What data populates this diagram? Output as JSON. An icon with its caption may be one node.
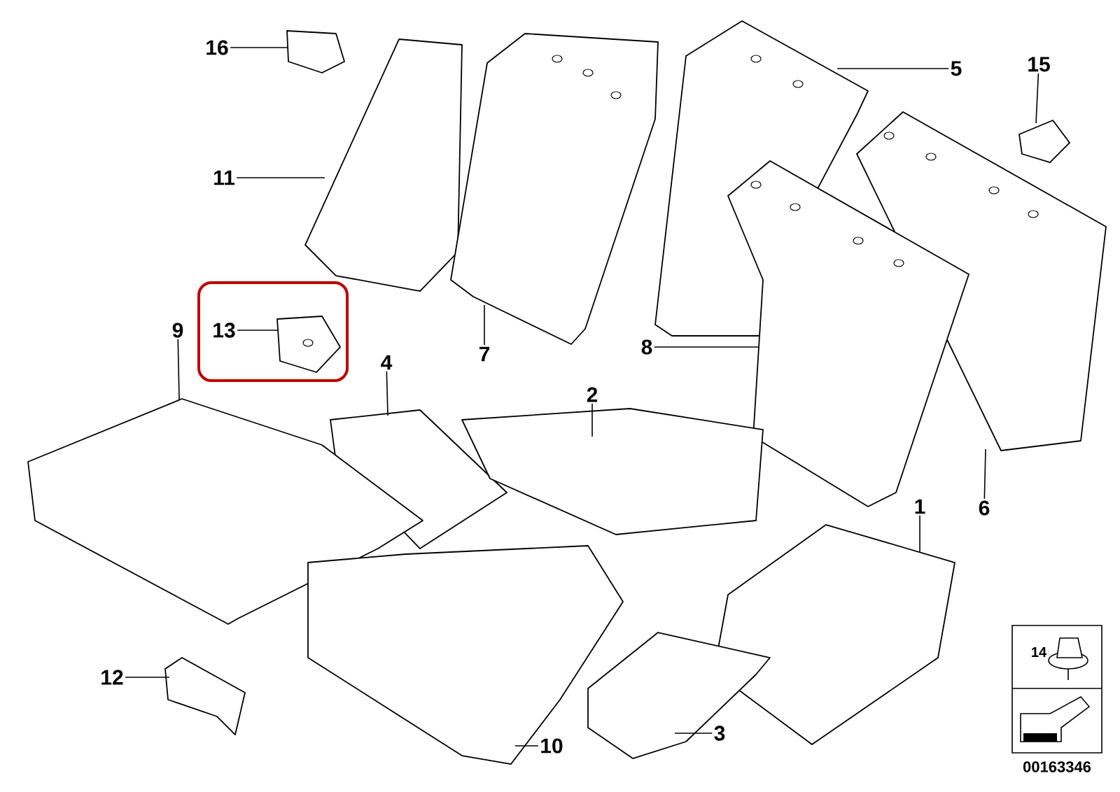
{
  "diagram": {
    "nodes": [
      {
        "text": [
          "16"
        ]
      },
      {
        "text": [
          "11"
        ]
      },
      {
        "text": [
          "7"
        ]
      },
      {
        "text": [
          "5"
        ]
      },
      {
        "text": [
          "15"
        ]
      },
      {
        "text": [],
        "shape": "box"
      },
      {
        "text": [
          "13"
        ],
        "in": 5
      },
      {
        "text": [
          "9"
        ]
      },
      {
        "text": [
          "4"
        ]
      },
      {
        "text": [
          "2"
        ]
      },
      {
        "text": [
          "8"
        ]
      },
      {
        "text": [
          "6"
        ]
      },
      {
        "text": [
          "1"
        ]
      },
      {
        "text": [
          "12"
        ]
      },
      {
        "text": [
          "10"
        ]
      },
      {
        "text": [
          "3"
        ]
      },
      {
        "text": [],
        "shape": "picture"
      },
      {
        "text": [],
        "shape": "picture"
      },
      {
        "text": [],
        "shape": "picture"
      },
      {
        "text": [],
        "shape": "picture"
      },
      {
        "text": [],
        "shape": "picture"
      },
      {
        "text": [],
        "shape": "picture",
        "in": 5
      },
      {
        "text": [],
        "shape": "picture"
      },
      {
        "text": [],
        "shape": "picture"
      },
      {
        "text": [],
        "shape": "picture"
      },
      {
        "text": [],
        "shape": "picture"
      },
      {
        "text": [],
        "shape": "picture"
      },
      {
        "text": [],
        "shape": "picture"
      },
      {
        "text": [],
        "shape": "picture"
      },
      {
        "text": [],
        "shape": "picture"
      },
      {
        "text": [],
        "shape": "picture"
      }
    ],
    "edges": [
      {
        "from": 0,
        "to": 16,
        "arrow": "none"
      },
      {
        "from": 1,
        "to": 17,
        "arrow": "none"
      },
      {
        "from": 2,
        "to": 18,
        "arrow": "none"
      },
      {
        "from": 3,
        "to": 19,
        "arrow": "none"
      },
      {
        "from": 4,
        "to": 20,
        "arrow": "none"
      },
      {
        "from": 6,
        "to": 21,
        "arrow": "none"
      },
      {
        "from": 7,
        "to": 22,
        "arrow": "none"
      },
      {
        "from": 8,
        "to": 23,
        "arrow": "none"
      },
      {
        "from": 9,
        "to": 24,
        "arrow": "none"
      },
      {
        "from": 10,
        "to": 25,
        "arrow": "none"
      },
      {
        "from": 11,
        "to": 26,
        "arrow": "none"
      },
      {
        "from": 12,
        "to": 27,
        "arrow": "none"
      },
      {
        "from": 13,
        "to": 28,
        "arrow": "none"
      },
      {
        "from": 14,
        "to": 29,
        "arrow": "none"
      },
      {
        "from": 15,
        "to": 30,
        "arrow": "none"
      }
    ],
    "labels": [
      "14",
      "00163346"
    ]
  }
}
